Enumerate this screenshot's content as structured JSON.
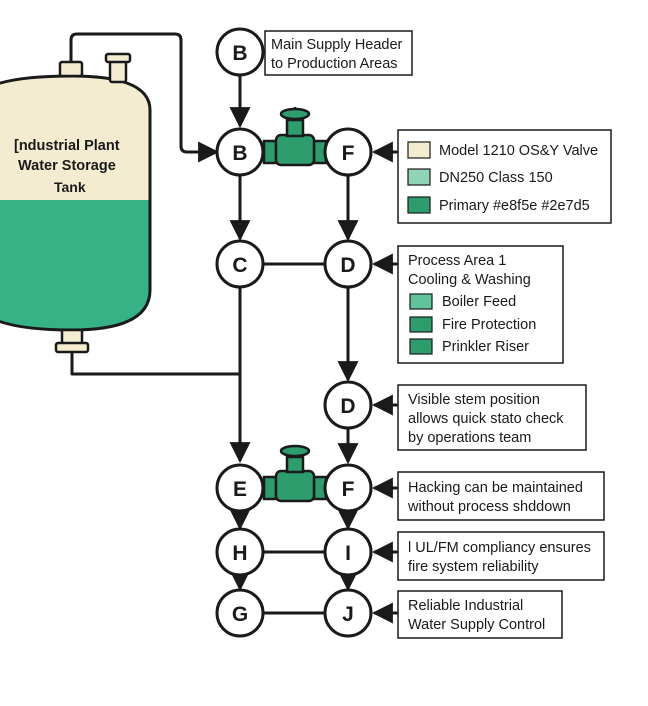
{
  "colors": {
    "cream": "#f3ecd0",
    "light_green": "#8fd4b4",
    "primary_green": "#2e9d6e",
    "tank_green": "#35b386",
    "valve_green": "#2e9d6e",
    "line": "#1a1a1a"
  },
  "tank": {
    "lines": [
      "[ndustrial Plant",
      "Water Storage",
      "Tank"
    ]
  },
  "nodes": {
    "b_top": "B",
    "b_mid": "B",
    "f_top": "F",
    "c": "C",
    "d_mid": "D",
    "d_low": "D",
    "e": "E",
    "f_low": "F",
    "h": "H",
    "i": "I",
    "g": "G",
    "j": "J"
  },
  "labels": {
    "header": [
      "Main Supply Header",
      "to Production Areas"
    ],
    "legend1": [
      {
        "text": "Model 1210 OS&Y Valve",
        "color": "#f3ecd0"
      },
      {
        "text": "DN250 Class 150",
        "color": "#8fd4b4"
      },
      {
        "text": "Primary #e8f5e #2e7d5",
        "color": "#2e9d6e"
      }
    ],
    "process_title": [
      "Process Area 1",
      "Cooling & Washing"
    ],
    "process_items": [
      {
        "text": "Boiler Feed",
        "color": "#5fc49a"
      },
      {
        "text": "Fire Protection",
        "color": "#2e9d6e"
      },
      {
        "text": "Prinkler Riser",
        "color": "#2e9d6e"
      }
    ],
    "stem": [
      "Visible stem position",
      "allows quick stato check",
      "by operations team"
    ],
    "hacking": [
      "Hacking can be maintained",
      "without process shddown"
    ],
    "ul": [
      "l UL/FM compliancy ensures",
      "fire system reliability"
    ],
    "reliable": [
      "Reliable Industrial",
      "Water Supply Control"
    ]
  }
}
